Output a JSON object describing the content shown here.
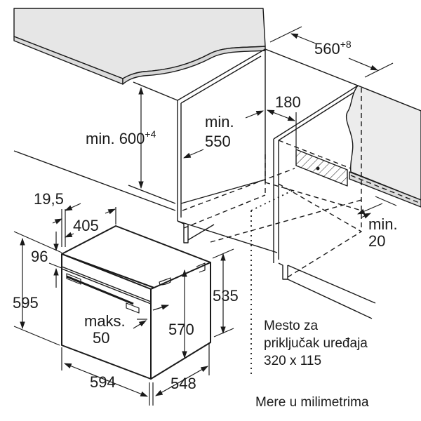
{
  "diagram": {
    "type": "built-in oven installation dimensions",
    "colors": {
      "line": "#1a1a1a",
      "worktop_fill": "#e6e6e6",
      "wall_fill": "#ececec",
      "background": "#ffffff"
    },
    "dimensions": {
      "niche_height": {
        "prefix": "min. ",
        "value": "600",
        "tolerance": "+4"
      },
      "niche_depth": {
        "line1": "min.",
        "line2": "550"
      },
      "niche_width": {
        "value": "560",
        "tolerance": "+8"
      },
      "socket_offset": {
        "value": "180"
      },
      "rear_gap": {
        "line1": "min.",
        "line2": "20"
      },
      "front_panel_depth": {
        "value": "19,5"
      },
      "inner_depth": {
        "value": "405"
      },
      "control_panel_height": {
        "value": "96"
      },
      "oven_height": {
        "value": "595"
      },
      "door_clearance": {
        "line1": "maks.",
        "line2": "50"
      },
      "body_height": {
        "value": "570"
      },
      "side_height": {
        "value": "535"
      },
      "oven_width": {
        "value": "594"
      },
      "oven_depth": {
        "value": "548"
      }
    },
    "notes": {
      "connection_area": {
        "line1": "Mesto za",
        "line2": "priključak uređaja",
        "line3": "320 x 115"
      },
      "units": "Mere u milimetrima"
    }
  }
}
